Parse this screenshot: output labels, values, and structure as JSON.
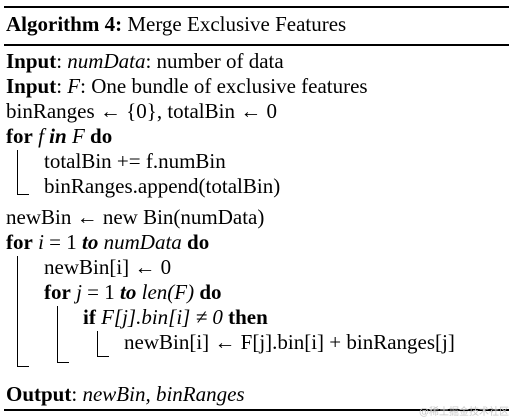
{
  "algorithm": {
    "label": "Algorithm 4:",
    "title": "Merge Exclusive Features"
  },
  "lines": {
    "input1": {
      "kw": "Input",
      "sep": ": ",
      "var": "numData",
      "text": ": number of data"
    },
    "input2": {
      "kw": "Input",
      "sep": ": ",
      "var": "F",
      "text": ": One bundle of exclusive features"
    },
    "init": "binRanges ← {0}, totalBin ← 0",
    "for1": {
      "kw1": "for",
      "var": "f",
      "kw2": "in",
      "var2": "F",
      "kw3": "do"
    },
    "for1_body1": "totalBin += f.numBin",
    "for1_body2": "binRanges.append(totalBin)",
    "newbin": "newBin ← new   Bin(numData)",
    "for2": {
      "kw1": "for",
      "var": "i",
      "eq": " = 1 ",
      "kw2": "to",
      "var2": "numData",
      "kw3": "do"
    },
    "for2_body1": "newBin[i] ← 0",
    "for3": {
      "kw1": "for",
      "var": "j",
      "eq": " = 1 ",
      "kw2": "to",
      "var2": "len(F)",
      "kw3": "do"
    },
    "if": {
      "kw1": "if",
      "cond": "F[j].bin[i] ≠ 0",
      "kw2": "then"
    },
    "if_body": "newBin[i] ← F[j].bin[i] + binRanges[j]",
    "output": {
      "kw": "Output",
      "sep": ": ",
      "vars": "newBin, binRanges"
    }
  },
  "watermark": "@稀土掘金技术社区"
}
